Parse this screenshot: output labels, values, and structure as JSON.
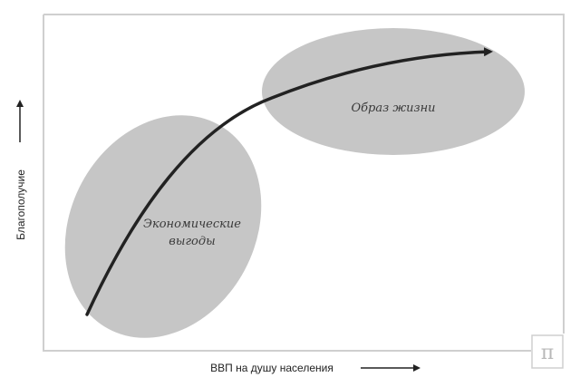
{
  "diagram": {
    "regions": {
      "economic_benefits": {
        "line1": "Экономические",
        "line2": "выгоды"
      },
      "lifestyle": {
        "label": "Образ жизни"
      }
    },
    "axes": {
      "x_label": "ВВП на душу населения",
      "y_label": "Благополучие"
    },
    "logo": "π",
    "colors": {
      "ellipse_fill": "#c6c6c6",
      "curve": "#222222",
      "frame": "#cfcfcf"
    }
  }
}
